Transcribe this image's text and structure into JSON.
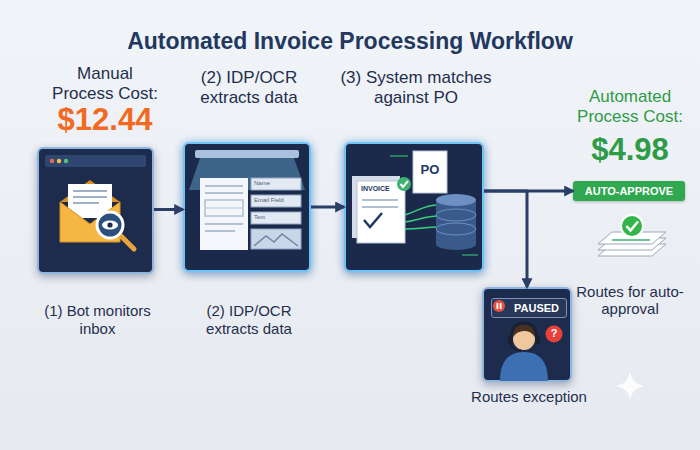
{
  "diagram": {
    "title": "Automated Invoice Processing Workflow",
    "nodes": [
      {
        "text": [
          "(1) Bot monitors inbox"
        ]
      },
      {
        "text": [
          "(2) IDP/OCR extracts data",
          "(2) IDP/OCR extracts data"
        ]
      },
      {
        "text": [
          "(3) System matches against PO"
        ]
      },
      {
        "text": [
          "AUTO-APPROVE"
        ]
      },
      {
        "text": [
          "PAUSED",
          "Routes exception"
        ]
      }
    ],
    "edges": [
      {
        "from": 0,
        "to": 1,
        "arrow": "to"
      },
      {
        "from": 1,
        "to": 2,
        "arrow": "to"
      },
      {
        "from": 2,
        "to": 3,
        "arrow": "to"
      },
      {
        "from": 2,
        "to": 4,
        "arrow": "to"
      }
    ],
    "labels": [
      "Manual Process Cost:",
      "$12.44",
      "Automated Process Cost:",
      "$4.98",
      "Routes for auto-approval",
      "Name",
      "Email Field",
      "Text",
      "INVOICE",
      "PO",
      "?"
    ]
  }
}
